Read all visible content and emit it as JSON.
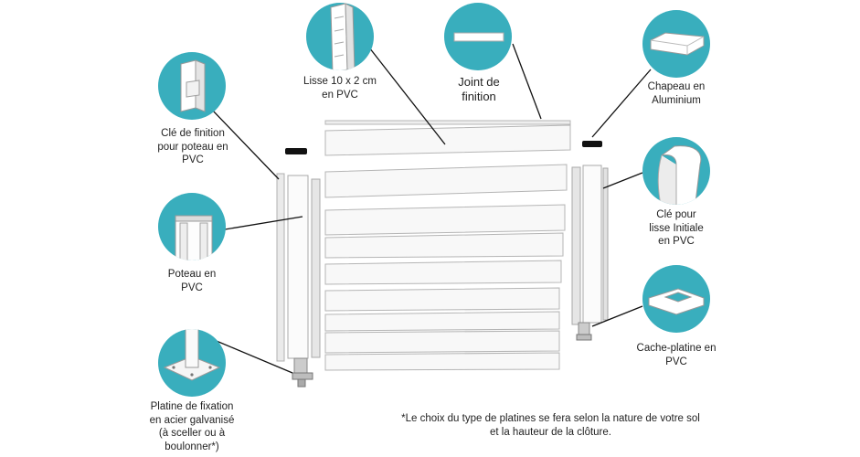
{
  "colors": {
    "teal": "#39aebd",
    "line": "#111111",
    "panel_edge": "#b9b9b9",
    "slat": "#f7f7f7"
  },
  "components": [
    {
      "id": "cle-finition",
      "icon": "finishing-key-icon",
      "label": "Clé de finition\npour poteau en\nPVC"
    },
    {
      "id": "poteau",
      "icon": "pvc-post-icon",
      "label": "Poteau en\nPVC"
    },
    {
      "id": "platine",
      "icon": "base-plate-icon",
      "label": "Platine de fixation\nen acier galvanisé\n(à sceller ou à\nboulonner*)"
    },
    {
      "id": "lisse",
      "icon": "rail-profile-icon",
      "label": "Lisse 10 x 2 cm\nen PVC"
    },
    {
      "id": "joint",
      "icon": "finishing-joint-icon",
      "label": "Joint de\nfinition"
    },
    {
      "id": "chapeau",
      "icon": "aluminium-cap-icon",
      "label": "Chapeau en\nAluminium"
    },
    {
      "id": "cle-lisse",
      "icon": "initial-rail-key-icon",
      "label": "Clé pour\nlisse Initiale\nen PVC"
    },
    {
      "id": "cache-platine",
      "icon": "plate-cover-icon",
      "label": "Cache-platine en\nPVC"
    }
  ],
  "note": {
    "line1": "*Le choix du type de platines se fera selon la nature de votre sol",
    "line2": "et la hauteur de la clôture."
  }
}
